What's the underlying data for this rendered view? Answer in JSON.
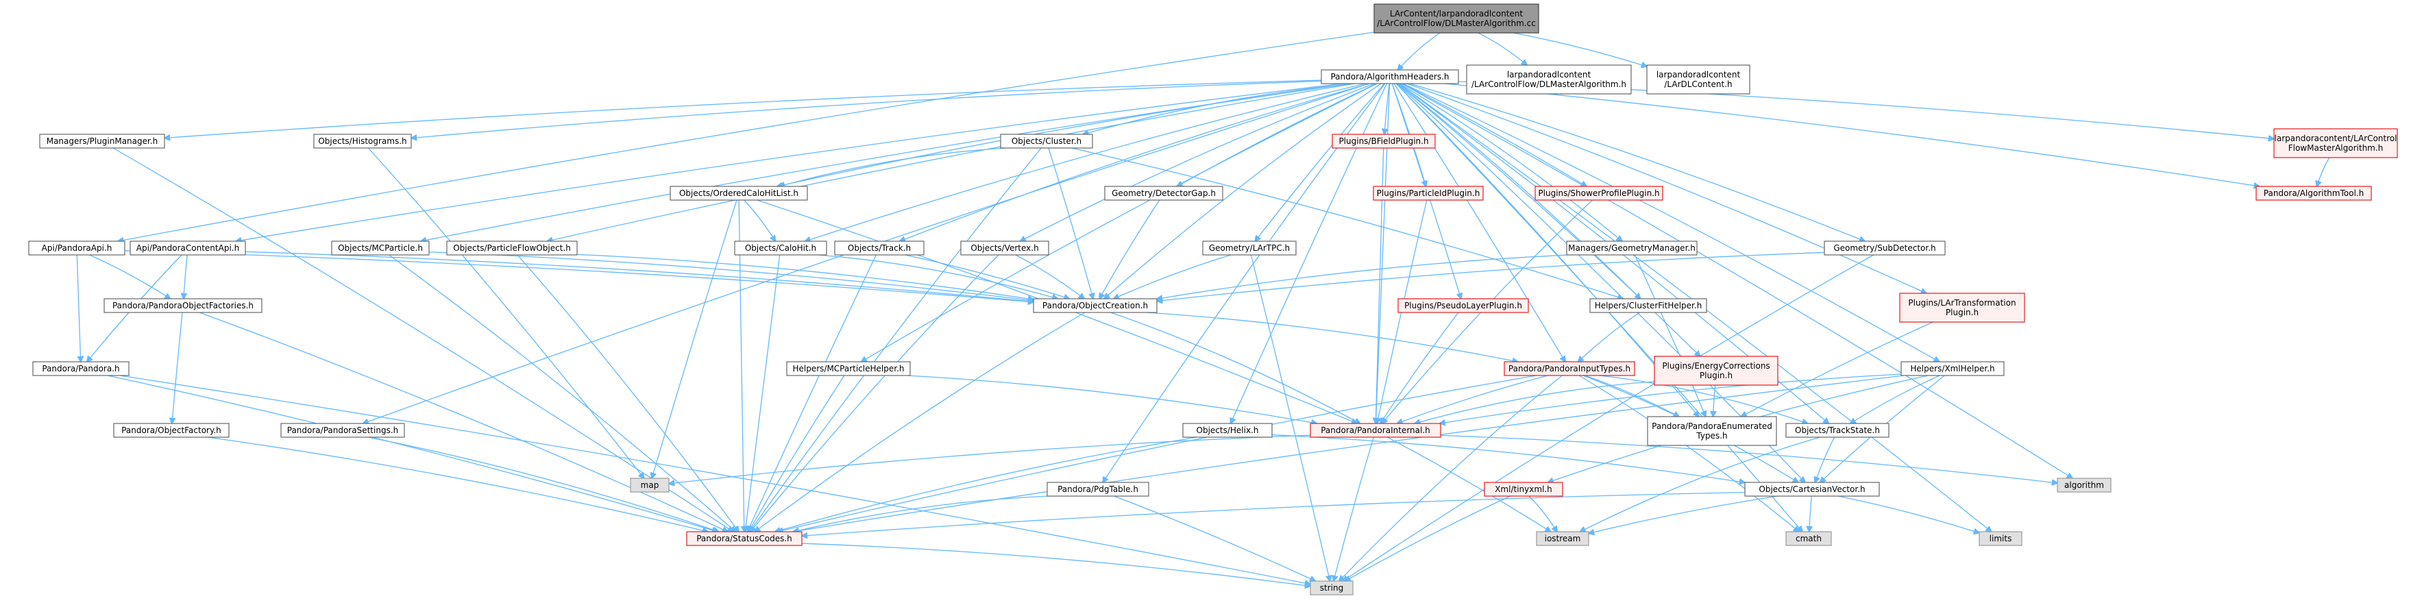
{
  "colors": {
    "background": "#ffffff",
    "edge": "#63b8ff",
    "node_default_border": "#666666",
    "node_default_fill": "#ffffff",
    "node_missing_border": "#e31a1c",
    "node_missing_fill": "#fff0f0",
    "node_system_border": "#999999",
    "node_system_fill": "#e0e0e0",
    "node_root_border": "#444444",
    "node_root_fill": "#999999"
  },
  "nodes": [
    {
      "id": "root",
      "kind": "root",
      "lines": [
        "LArContent/larpandoradlcontent",
        "/LArControlFlow/DLMasterAlgorithm.cc"
      ]
    },
    {
      "id": "algHeaders",
      "kind": "normal",
      "lines": [
        "Pandora/AlgorithmHeaders.h"
      ]
    },
    {
      "id": "dlMasterH",
      "kind": "normal",
      "lines": [
        "larpandoradlcontent",
        "/LArControlFlow/DLMasterAlgorithm.h"
      ]
    },
    {
      "id": "lardlContent",
      "kind": "normal",
      "lines": [
        "larpandoradlcontent",
        "/LArDLContent.h"
      ]
    },
    {
      "id": "pluginMgr",
      "kind": "normal",
      "lines": [
        "Managers/PluginManager.h"
      ]
    },
    {
      "id": "histograms",
      "kind": "normal",
      "lines": [
        "Objects/Histograms.h"
      ]
    },
    {
      "id": "cluster",
      "kind": "normal",
      "lines": [
        "Objects/Cluster.h"
      ]
    },
    {
      "id": "bfield",
      "kind": "missing",
      "lines": [
        "Plugins/BFieldPlugin.h"
      ]
    },
    {
      "id": "larMasterAlg",
      "kind": "missing",
      "lines": [
        "larpandoracontent/LArControl",
        "FlowMasterAlgorithm.h"
      ]
    },
    {
      "id": "algTool",
      "kind": "missing",
      "lines": [
        "Pandora/AlgorithmTool.h"
      ]
    },
    {
      "id": "particleId",
      "kind": "missing",
      "lines": [
        "Plugins/ParticleIdPlugin.h"
      ]
    },
    {
      "id": "showerProfile",
      "kind": "missing",
      "lines": [
        "Plugins/ShowerProfilePlugin.h"
      ]
    },
    {
      "id": "orderedCalo",
      "kind": "normal",
      "lines": [
        "Objects/OrderedCaloHitList.h"
      ]
    },
    {
      "id": "detectorGap",
      "kind": "normal",
      "lines": [
        "Geometry/DetectorGap.h"
      ]
    },
    {
      "id": "pandoraApi",
      "kind": "normal",
      "lines": [
        "Api/PandoraApi.h"
      ]
    },
    {
      "id": "contentApi",
      "kind": "normal",
      "lines": [
        "Api/PandoraContentApi.h"
      ]
    },
    {
      "id": "mcParticle",
      "kind": "normal",
      "lines": [
        "Objects/MCParticle.h"
      ]
    },
    {
      "id": "pfo",
      "kind": "normal",
      "lines": [
        "Objects/ParticleFlowObject.h"
      ]
    },
    {
      "id": "caloHit",
      "kind": "normal",
      "lines": [
        "Objects/CaloHit.h"
      ]
    },
    {
      "id": "track",
      "kind": "normal",
      "lines": [
        "Objects/Track.h"
      ]
    },
    {
      "id": "vertex",
      "kind": "normal",
      "lines": [
        "Objects/Vertex.h"
      ]
    },
    {
      "id": "larTpc",
      "kind": "normal",
      "lines": [
        "Geometry/LArTPC.h"
      ]
    },
    {
      "id": "geometryMgr",
      "kind": "normal",
      "lines": [
        "Managers/GeometryManager.h"
      ]
    },
    {
      "id": "subDetector",
      "kind": "normal",
      "lines": [
        "Geometry/SubDetector.h"
      ]
    },
    {
      "id": "objFactories",
      "kind": "normal",
      "lines": [
        "Pandora/PandoraObjectFactories.h"
      ]
    },
    {
      "id": "objCreation",
      "kind": "normal",
      "lines": [
        "Pandora/ObjectCreation.h"
      ]
    },
    {
      "id": "clusterFit",
      "kind": "normal",
      "lines": [
        "Helpers/ClusterFitHelper.h"
      ]
    },
    {
      "id": "pseudoLayer",
      "kind": "missing",
      "lines": [
        "Plugins/PseudoLayerPlugin.h"
      ]
    },
    {
      "id": "larTransform",
      "kind": "missing",
      "lines": [
        "Plugins/LArTransformation",
        "Plugin.h"
      ]
    },
    {
      "id": "pandoraH",
      "kind": "normal",
      "lines": [
        "Pandora/Pandora.h"
      ]
    },
    {
      "id": "mcHelper",
      "kind": "normal",
      "lines": [
        "Helpers/MCParticleHelper.h"
      ]
    },
    {
      "id": "inputTypes",
      "kind": "missing",
      "lines": [
        "Pandora/PandoraInputTypes.h"
      ]
    },
    {
      "id": "energyCorr",
      "kind": "missing",
      "lines": [
        "Plugins/EnergyCorrections",
        "Plugin.h"
      ]
    },
    {
      "id": "xmlHelper",
      "kind": "normal",
      "lines": [
        "Helpers/XmlHelper.h"
      ]
    },
    {
      "id": "objFactory",
      "kind": "normal",
      "lines": [
        "Pandora/ObjectFactory.h"
      ]
    },
    {
      "id": "settings",
      "kind": "normal",
      "lines": [
        "Pandora/PandoraSettings.h"
      ]
    },
    {
      "id": "helix",
      "kind": "normal",
      "lines": [
        "Objects/Helix.h"
      ]
    },
    {
      "id": "internal",
      "kind": "missing",
      "lines": [
        "Pandora/PandoraInternal.h"
      ]
    },
    {
      "id": "enumTypes",
      "kind": "normal",
      "lines": [
        "Pandora/PandoraEnumerated",
        "Types.h"
      ]
    },
    {
      "id": "trackState",
      "kind": "normal",
      "lines": [
        "Objects/TrackState.h"
      ]
    },
    {
      "id": "map",
      "kind": "system",
      "lines": [
        "map"
      ]
    },
    {
      "id": "algorithm",
      "kind": "system",
      "lines": [
        "algorithm"
      ]
    },
    {
      "id": "pdgTable",
      "kind": "normal",
      "lines": [
        "Pandora/PdgTable.h"
      ]
    },
    {
      "id": "tinyxml",
      "kind": "missing",
      "lines": [
        "Xml/tinyxml.h"
      ]
    },
    {
      "id": "cartesian",
      "kind": "normal",
      "lines": [
        "Objects/CartesianVector.h"
      ]
    },
    {
      "id": "statusCodes",
      "kind": "missing",
      "lines": [
        "Pandora/StatusCodes.h"
      ]
    },
    {
      "id": "iostream",
      "kind": "system",
      "lines": [
        "iostream"
      ]
    },
    {
      "id": "cmath",
      "kind": "system",
      "lines": [
        "cmath"
      ]
    },
    {
      "id": "limits",
      "kind": "system",
      "lines": [
        "limits"
      ]
    },
    {
      "id": "string",
      "kind": "system",
      "lines": [
        "string"
      ]
    }
  ],
  "edges": [
    [
      "root",
      "algHeaders"
    ],
    [
      "root",
      "dlMasterH"
    ],
    [
      "root",
      "lardlContent"
    ],
    [
      "root",
      "pandoraApi"
    ],
    [
      "algHeaders",
      "pluginMgr"
    ],
    [
      "algHeaders",
      "histograms"
    ],
    [
      "algHeaders",
      "cluster"
    ],
    [
      "algHeaders",
      "bfield"
    ],
    [
      "algHeaders",
      "particleId"
    ],
    [
      "algHeaders",
      "showerProfile"
    ],
    [
      "algHeaders",
      "larMasterAlg"
    ],
    [
      "algHeaders",
      "algTool"
    ],
    [
      "algHeaders",
      "orderedCalo"
    ],
    [
      "algHeaders",
      "detectorGap"
    ],
    [
      "algHeaders",
      "contentApi"
    ],
    [
      "algHeaders",
      "mcParticle"
    ],
    [
      "algHeaders",
      "pfo"
    ],
    [
      "algHeaders",
      "caloHit"
    ],
    [
      "algHeaders",
      "track"
    ],
    [
      "algHeaders",
      "vertex"
    ],
    [
      "algHeaders",
      "larTpc"
    ],
    [
      "algHeaders",
      "geometryMgr"
    ],
    [
      "algHeaders",
      "subDetector"
    ],
    [
      "algHeaders",
      "clusterFit"
    ],
    [
      "algHeaders",
      "pseudoLayer"
    ],
    [
      "algHeaders",
      "larTransform"
    ],
    [
      "algHeaders",
      "energyCorr"
    ],
    [
      "algHeaders",
      "xmlHelper"
    ],
    [
      "algHeaders",
      "mcHelper"
    ],
    [
      "algHeaders",
      "settings"
    ],
    [
      "algHeaders",
      "helix"
    ],
    [
      "algHeaders",
      "pdgTable"
    ],
    [
      "algHeaders",
      "internal"
    ],
    [
      "algHeaders",
      "enumTypes"
    ],
    [
      "algHeaders",
      "trackState"
    ],
    [
      "algHeaders",
      "cartesian"
    ],
    [
      "algHeaders",
      "algorithm"
    ],
    [
      "algHeaders",
      "cmath"
    ],
    [
      "algHeaders",
      "limits"
    ],
    [
      "algHeaders",
      "inputTypes"
    ],
    [
      "algHeaders",
      "objCreation"
    ],
    [
      "larMasterAlg",
      "algTool"
    ],
    [
      "pluginMgr",
      "statusCodes"
    ],
    [
      "histograms",
      "map"
    ],
    [
      "cluster",
      "orderedCalo"
    ],
    [
      "cluster",
      "objCreation"
    ],
    [
      "cluster",
      "statusCodes"
    ],
    [
      "cluster",
      "clusterFit"
    ],
    [
      "bfield",
      "internal"
    ],
    [
      "particleId",
      "internal"
    ],
    [
      "showerProfile",
      "internal"
    ],
    [
      "pseudoLayer",
      "internal"
    ],
    [
      "orderedCalo",
      "caloHit"
    ],
    [
      "orderedCalo",
      "map"
    ],
    [
      "orderedCalo",
      "statusCodes"
    ],
    [
      "orderedCalo",
      "internal"
    ],
    [
      "detectorGap",
      "objCreation"
    ],
    [
      "pandoraApi",
      "objFactories"
    ],
    [
      "pandoraApi",
      "pandoraH"
    ],
    [
      "pandoraApi",
      "objCreation"
    ],
    [
      "contentApi",
      "objFactories"
    ],
    [
      "contentApi",
      "pandoraH"
    ],
    [
      "contentApi",
      "objCreation"
    ],
    [
      "mcParticle",
      "objCreation"
    ],
    [
      "mcParticle",
      "statusCodes"
    ],
    [
      "pfo",
      "objCreation"
    ],
    [
      "pfo",
      "statusCodes"
    ],
    [
      "caloHit",
      "objCreation"
    ],
    [
      "caloHit",
      "statusCodes"
    ],
    [
      "track",
      "objCreation"
    ],
    [
      "track",
      "statusCodes"
    ],
    [
      "vertex",
      "objCreation"
    ],
    [
      "vertex",
      "statusCodes"
    ],
    [
      "larTpc",
      "objCreation"
    ],
    [
      "larTpc",
      "string"
    ],
    [
      "geometryMgr",
      "objCreation"
    ],
    [
      "geometryMgr",
      "enumTypes"
    ],
    [
      "subDetector",
      "objCreation"
    ],
    [
      "subDetector",
      "string"
    ],
    [
      "objFactories",
      "objFactory"
    ],
    [
      "objFactories",
      "statusCodes"
    ],
    [
      "objCreation",
      "inputTypes"
    ],
    [
      "objCreation",
      "internal"
    ],
    [
      "objCreation",
      "statusCodes"
    ],
    [
      "clusterFit",
      "inputTypes"
    ],
    [
      "larTransform",
      "enumTypes"
    ],
    [
      "pandoraH",
      "statusCodes"
    ],
    [
      "pandoraH",
      "string"
    ],
    [
      "mcHelper",
      "internal"
    ],
    [
      "mcHelper",
      "statusCodes"
    ],
    [
      "inputTypes",
      "internal"
    ],
    [
      "inputTypes",
      "enumTypes"
    ],
    [
      "inputTypes",
      "trackState"
    ],
    [
      "inputTypes",
      "cartesian"
    ],
    [
      "inputTypes",
      "statusCodes"
    ],
    [
      "inputTypes",
      "cmath"
    ],
    [
      "inputTypes",
      "string"
    ],
    [
      "energyCorr",
      "enumTypes"
    ],
    [
      "energyCorr",
      "internal"
    ],
    [
      "xmlHelper",
      "internal"
    ],
    [
      "xmlHelper",
      "tinyxml"
    ],
    [
      "xmlHelper",
      "trackState"
    ],
    [
      "xmlHelper",
      "cartesian"
    ],
    [
      "xmlHelper",
      "statusCodes"
    ],
    [
      "objFactory",
      "statusCodes"
    ],
    [
      "settings",
      "statusCodes"
    ],
    [
      "helix",
      "cartesian"
    ],
    [
      "helix",
      "statusCodes"
    ],
    [
      "internal",
      "map"
    ],
    [
      "internal",
      "algorithm"
    ],
    [
      "internal",
      "iostream"
    ],
    [
      "internal",
      "string"
    ],
    [
      "trackState",
      "cartesian"
    ],
    [
      "trackState",
      "iostream"
    ],
    [
      "pdgTable",
      "statusCodes"
    ],
    [
      "pdgTable",
      "string"
    ],
    [
      "tinyxml",
      "iostream"
    ],
    [
      "tinyxml",
      "string"
    ],
    [
      "cartesian",
      "statusCodes"
    ],
    [
      "cartesian",
      "iostream"
    ],
    [
      "cartesian",
      "cmath"
    ],
    [
      "cartesian",
      "limits"
    ],
    [
      "statusCodes",
      "string"
    ]
  ]
}
